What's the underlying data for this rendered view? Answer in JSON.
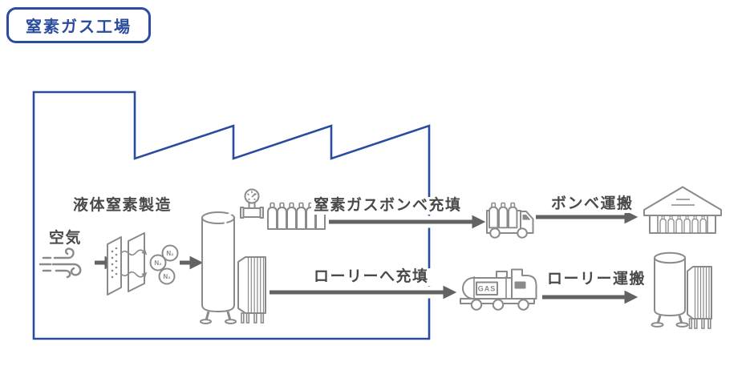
{
  "title": "窒素ガス工場",
  "colors": {
    "blue": "#2a4c9f",
    "line": "#8a8a8a",
    "arrow": "#636363",
    "text": "#4a4a4a"
  },
  "factory": {
    "process_label": "液体窒素製造",
    "input_label": "空気",
    "molecule_label": "N₂"
  },
  "flows": {
    "cylinder_fill": "窒素ガスボンベ充填",
    "cylinder_transport": "ボンベ運搬",
    "lorry_fill": "ローリーへ充填",
    "lorry_transport": "ローリー運搬"
  },
  "tanker": {
    "gas_label": "GAS"
  },
  "icons": {
    "wind-icon": "air breeze curls",
    "air-separator-icon": "two tilted separation membranes",
    "n2-molecule-icon": "three N2 circles",
    "pressure-gauge-icon": "dial gauge on pipe valve",
    "liquid-nitrogen-tank-icon": "vertical cryogenic tank",
    "vaporizer-icon": "finned vaporizer unit",
    "gas-cylinder-icon": "gas bottle",
    "cylinder-truck-icon": "truck carrying cylinders",
    "warehouse-icon": "storage building with cylinders",
    "tanker-truck-icon": "GAS lorry tanker",
    "storage-tank-icon": "customer storage tank",
    "arrow-icon": "process flow arrow"
  }
}
